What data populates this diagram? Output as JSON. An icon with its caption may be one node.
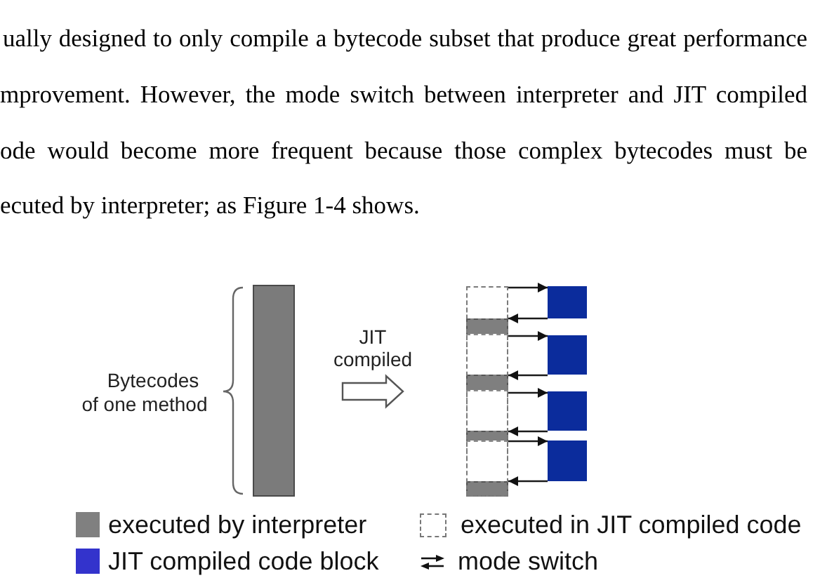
{
  "diagram": {
    "nodes": [
      {
        "text": [],
        "shape": "bar",
        "beside": [
          "Bytecodes of one method"
        ]
      },
      {
        "text": [],
        "shape": "box"
      },
      {
        "text": [],
        "shape": "box",
        "in": 1
      },
      {
        "text": [],
        "shape": "box",
        "in": 1
      },
      {
        "text": [],
        "shape": "box",
        "in": 1
      },
      {
        "text": [],
        "shape": "box",
        "in": 1
      },
      {
        "text": [],
        "shape": "box",
        "in": 1
      },
      {
        "text": [],
        "shape": "box",
        "in": 1
      },
      {
        "text": [],
        "shape": "box",
        "in": 1
      },
      {
        "text": [],
        "shape": "box",
        "in": 1
      },
      {
        "text": [],
        "shape": "box"
      },
      {
        "text": [],
        "shape": "box"
      },
      {
        "text": [],
        "shape": "box"
      },
      {
        "text": [],
        "shape": "box"
      }
    ],
    "edges": [
      {
        "from": 0,
        "to": 1,
        "arrow": "to",
        "label": "JIT compiled",
        "style": "thick"
      },
      {
        "from": 2,
        "to": 10,
        "arrow": "to"
      },
      {
        "from": 10,
        "to": 3,
        "arrow": "to"
      },
      {
        "from": 4,
        "to": 11,
        "arrow": "to"
      },
      {
        "from": 11,
        "to": 5,
        "arrow": "to"
      },
      {
        "from": 6,
        "to": 12,
        "arrow": "to"
      },
      {
        "from": 12,
        "to": 7,
        "arrow": "to"
      },
      {
        "from": 8,
        "to": 13,
        "arrow": "to"
      },
      {
        "from": 13,
        "to": 9,
        "arrow": "to"
      }
    ],
    "labels": [
      "ually designed to only compile a bytecode subset that produce great performance",
      "mprovement. However, the mode switch between interpreter and JIT compiled",
      "ode would become more frequent because those complex bytecodes must be",
      "ecuted by interpreter; as Figure 1-4 shows."
    ],
    "legend": [
      {
        "text": "executed by interpreter",
        "color": "#808080"
      },
      {
        "text": "executed in JIT compiled code"
      },
      {
        "text": "JIT compiled code block",
        "color": "#3333cc"
      },
      {
        "text": "mode switch"
      }
    ]
  }
}
